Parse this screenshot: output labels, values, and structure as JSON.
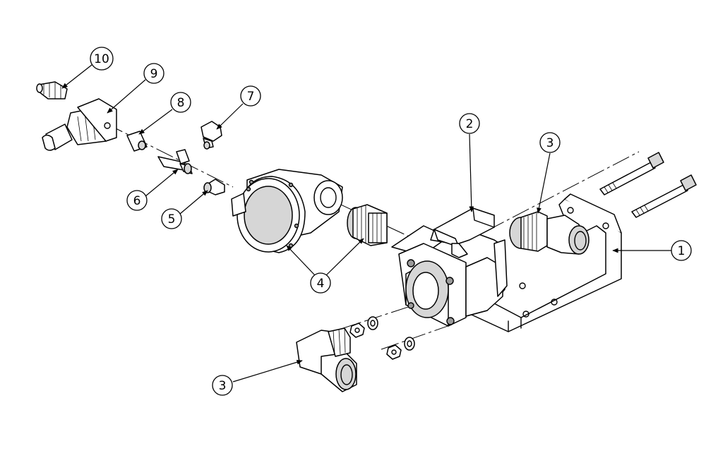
{
  "diagram": {
    "callouts": [
      {
        "id": "callout-1",
        "label": "1"
      },
      {
        "id": "callout-2",
        "label": "2"
      },
      {
        "id": "callout-3a",
        "label": "3"
      },
      {
        "id": "callout-3b",
        "label": "3"
      },
      {
        "id": "callout-4",
        "label": "4"
      },
      {
        "id": "callout-5",
        "label": "5"
      },
      {
        "id": "callout-6",
        "label": "6"
      },
      {
        "id": "callout-7",
        "label": "7"
      },
      {
        "id": "callout-8",
        "label": "8"
      },
      {
        "id": "callout-9",
        "label": "9"
      },
      {
        "id": "callout-10",
        "label": "10"
      }
    ]
  }
}
